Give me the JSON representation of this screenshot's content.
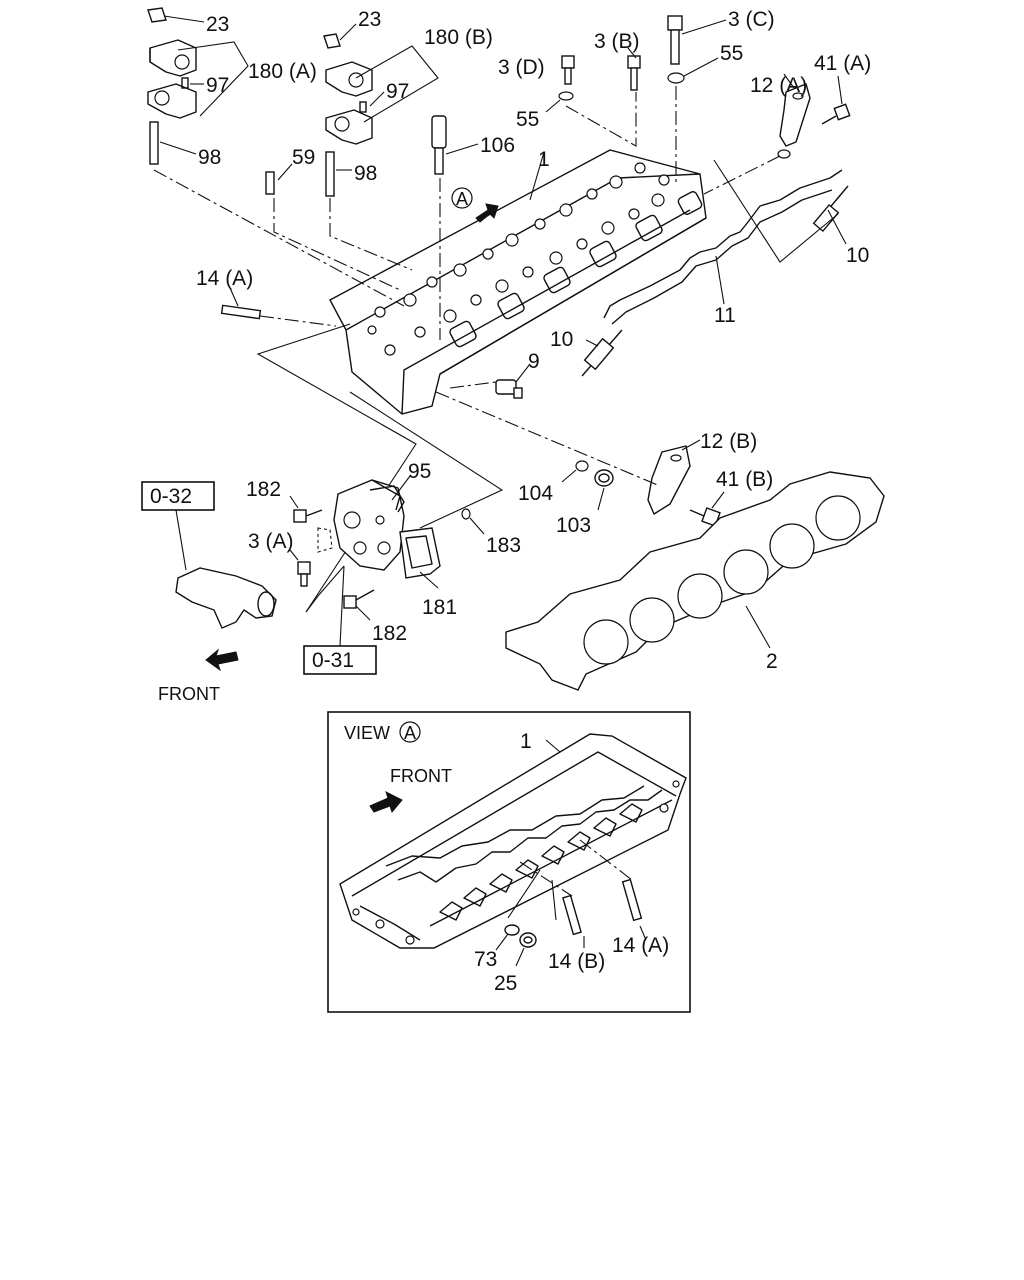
{
  "diagram": {
    "labels": {
      "l23a": "23",
      "l23b": "23",
      "l180a": "180 (A)",
      "l180b": "180 (B)",
      "l97a": "97",
      "l97b": "97",
      "l98a": "98",
      "l98b": "98",
      "l59": "59",
      "l106": "106",
      "l1": "1",
      "l3d": "3 (D)",
      "l3b": "3 (B)",
      "l3c": "3 (C)",
      "l55a": "55",
      "l55b": "55",
      "l12a": "12 (A)",
      "l41a": "41 (A)",
      "l10a": "10",
      "l10b": "10",
      "l11": "11",
      "l14a": "14 (A)",
      "l9": "9",
      "l12b": "12 (B)",
      "l41b": "41 (B)",
      "l104": "104",
      "l103": "103",
      "l95": "95",
      "l182a": "182",
      "l182b": "182",
      "l3a": "3 (A)",
      "l183": "183",
      "l181": "181",
      "l2": "2",
      "ref032": "0-32",
      "ref031": "0-31",
      "front_main": "FRONT",
      "view_title": "VIEW",
      "view_marker": "A",
      "arrow_marker": "A",
      "front_view": "FRONT",
      "v1": "1",
      "v14a": "14 (A)",
      "v14b": "14 (B)",
      "v73": "73",
      "v25": "25"
    }
  }
}
